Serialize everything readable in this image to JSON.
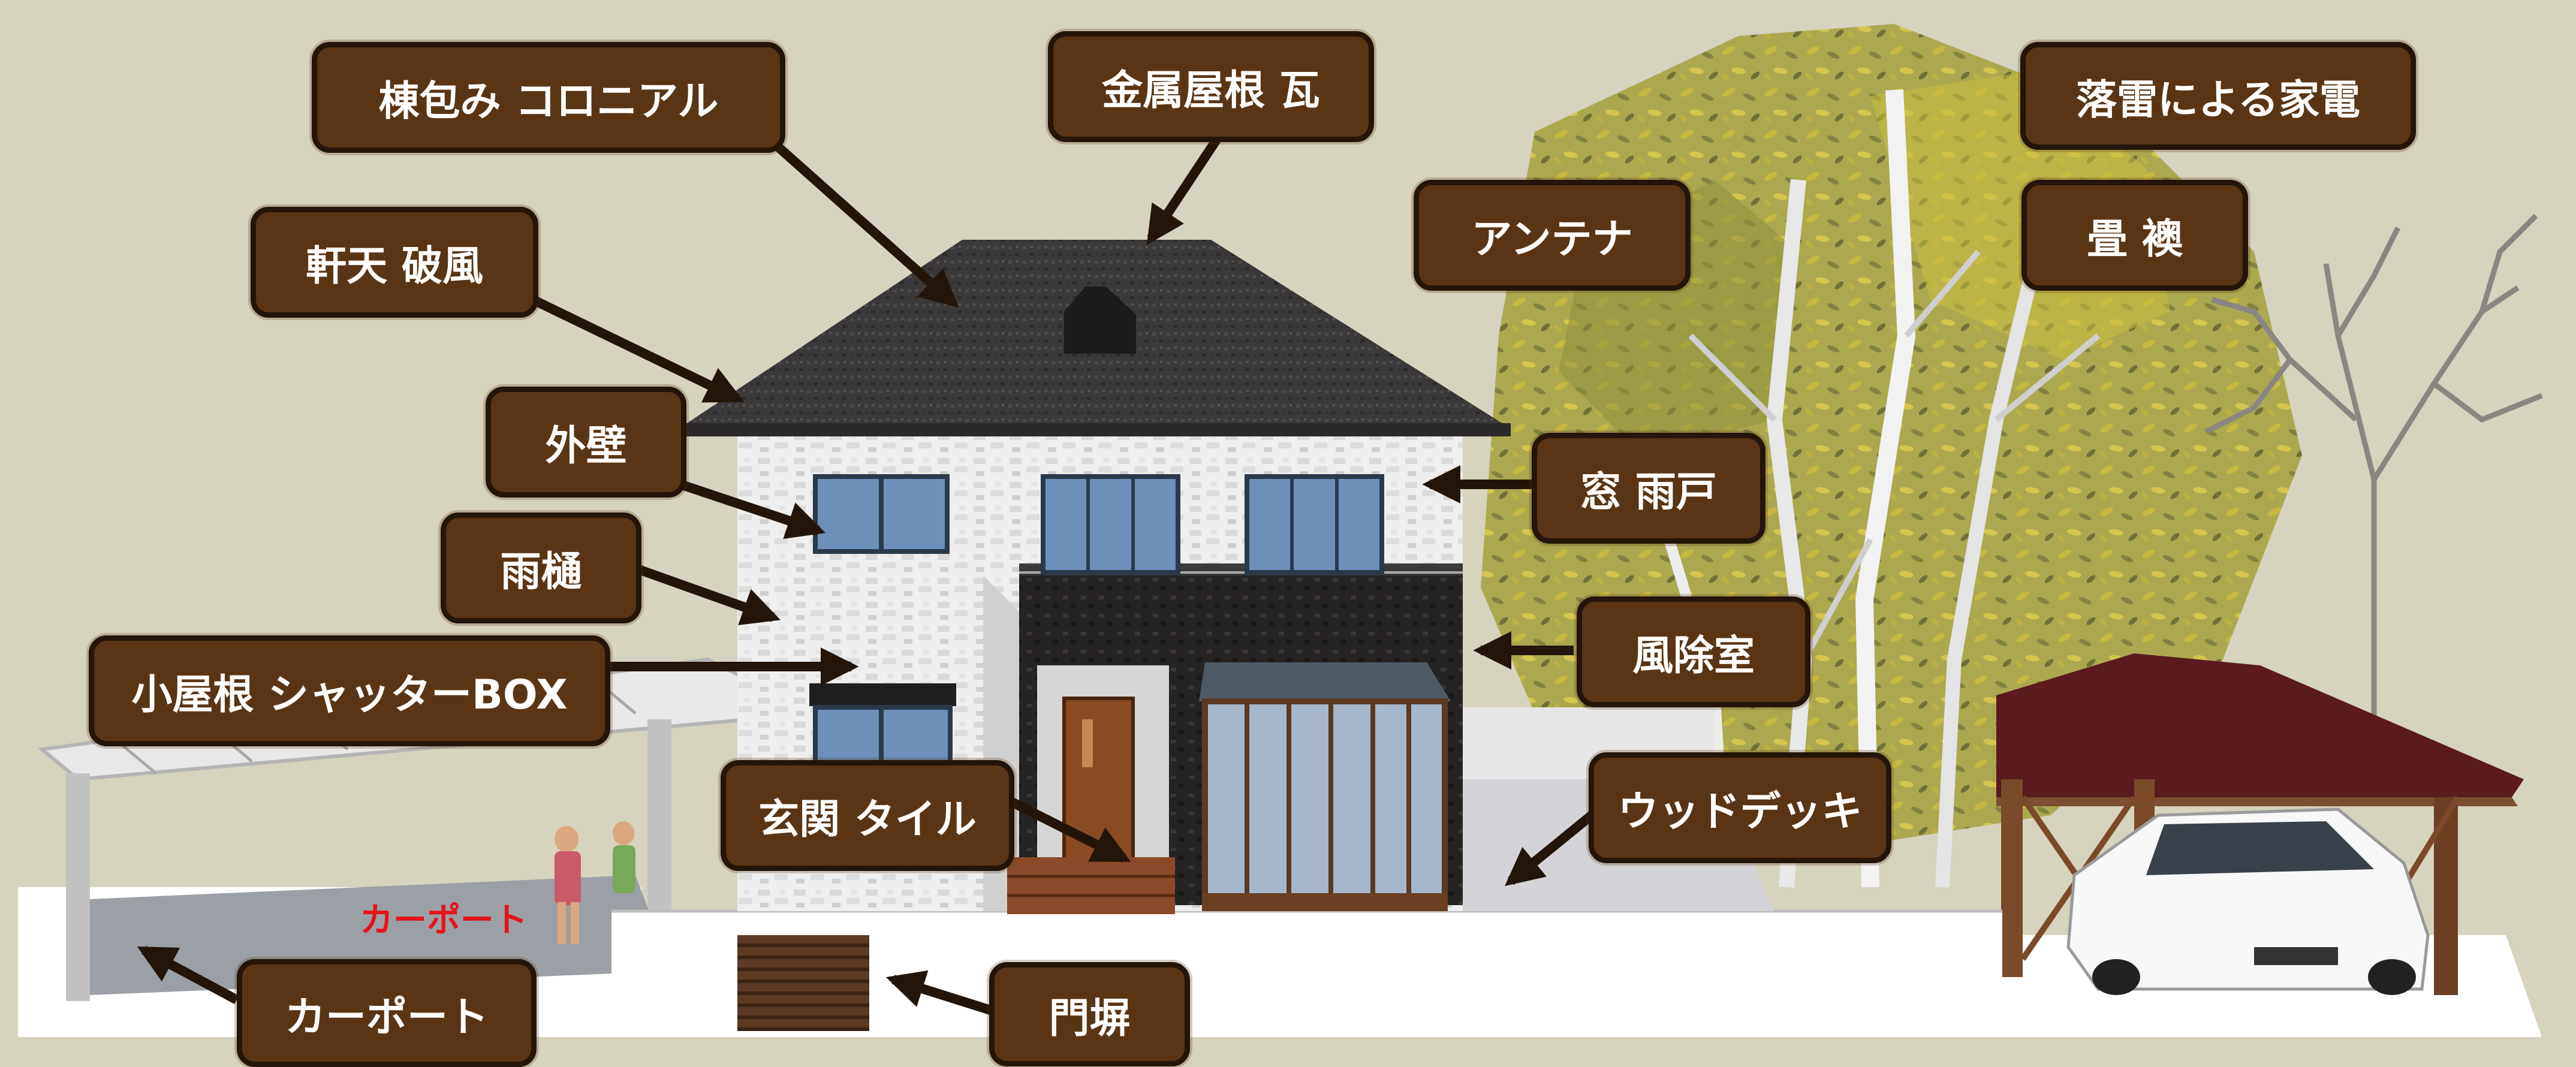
{
  "labels": {
    "ridge": "棟包み コロニアル",
    "metal_roof": "金属屋根 瓦",
    "lightning": "落雷による家電",
    "tatami": "畳 襖",
    "antenna": "アンテナ",
    "eaves": "軒天 破風",
    "outer_wall": "外壁",
    "gutter": "雨樋",
    "small_roof": "小屋根 シャッターBOX",
    "window": "窓 雨戸",
    "windbreak": "風除室",
    "entrance": "玄関 タイル",
    "wood_deck": "ウッドデッキ",
    "carport": "カーポート",
    "gate": "門塀"
  },
  "scene_text": {
    "carport_sign": "カーポート"
  },
  "colors": {
    "background": "#d6d3be",
    "label_fill": "#5a3515",
    "label_border": "#231509",
    "label_text": "#ffffff",
    "arrow": "#231509",
    "carport_sign": "#e8121b"
  }
}
